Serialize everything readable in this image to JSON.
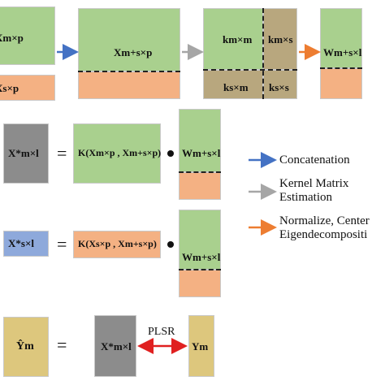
{
  "top": {
    "x_mp": "Xm×p",
    "x_sp": "Xs×p",
    "x_msp": "Xm+s×p",
    "k_mm": "km×m",
    "k_ms": "km×s",
    "k_sm": "ks×m",
    "k_ss": "ks×s",
    "w": "Wm+s×l"
  },
  "row1": {
    "lhs": "X*m×l",
    "equals": "=",
    "kernel": "K(Xm×p , Xm+s×p)",
    "w": "Wm+s×l"
  },
  "row2": {
    "lhs": "X*s×l",
    "equals": "=",
    "kernel": "K(Xs×p , Xm+s×p)",
    "w": "Wm+s×l"
  },
  "row3": {
    "lhs": "Ŷm",
    "equals": "=",
    "x": "X*m×l",
    "method": "PLSR",
    "y": "Ym"
  },
  "legend": [
    {
      "label": "Concatenation",
      "color": "#4472c4"
    },
    {
      "label": "Kernel Matrix\nEstimation",
      "color": "#a6a6a6"
    },
    {
      "label": "Normalize, Center\nEigendecompositi",
      "color": "#ed7d31"
    }
  ],
  "colors": {
    "green": "#a9d08e",
    "salmon": "#f4b183",
    "brown": "#b8a77e",
    "gray": "#8c8c8c",
    "blue": "#8ea9db",
    "yellow": "#ddc77d",
    "red_arrow": "#e02020"
  }
}
